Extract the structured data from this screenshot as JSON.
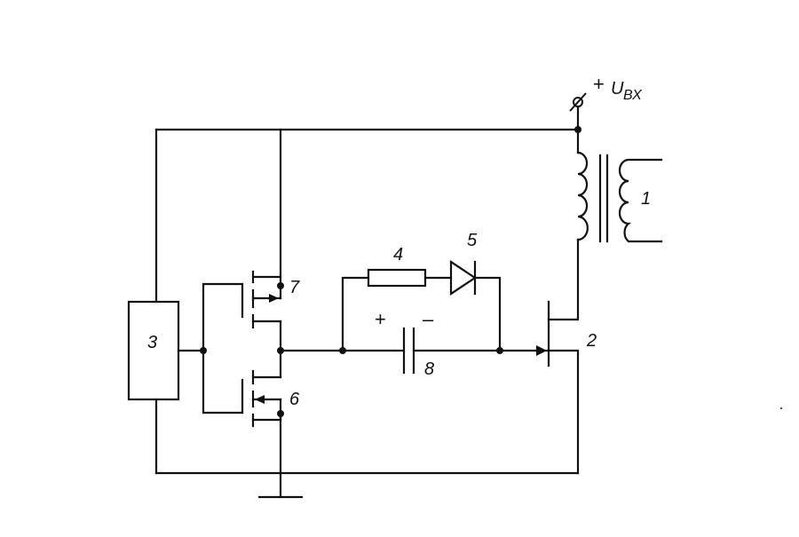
{
  "labels": {
    "transformer": "1",
    "transistor": "2",
    "control_block": "3",
    "resistor": "4",
    "diode": "5",
    "mosfet_lower": "6",
    "mosfet_upper": "7",
    "capacitor": "8"
  },
  "input": {
    "plus": "+",
    "voltage_symbol": "U",
    "voltage_subscript": "ВХ"
  },
  "capacitor_polarity": {
    "plus": "+",
    "minus": "–"
  }
}
